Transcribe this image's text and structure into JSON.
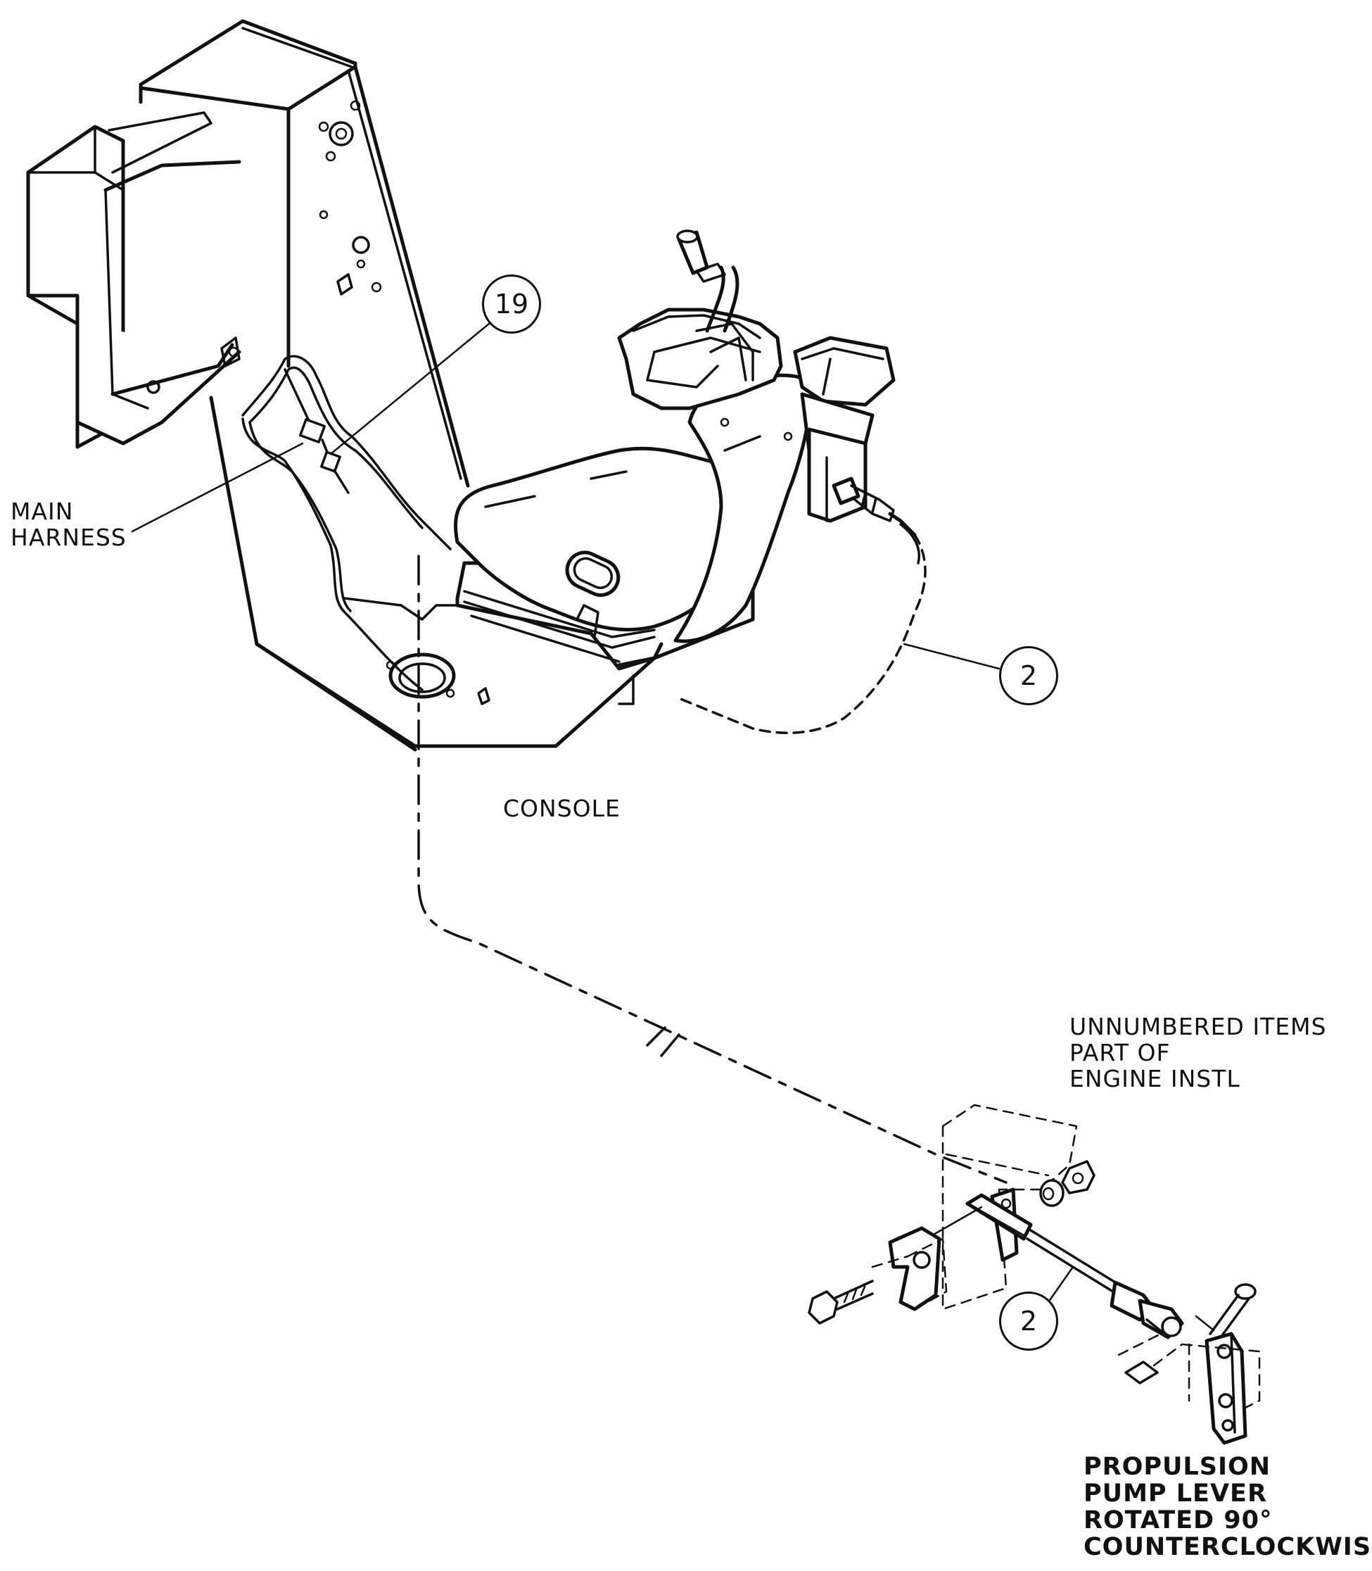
{
  "labels": {
    "main_harness": [
      "MAIN",
      "HARNESS"
    ],
    "console": "CONSOLE",
    "unnumbered": [
      "UNNUMBERED ITEMS",
      "PART OF",
      "ENGINE INSTL"
    ],
    "propulsion": [
      "PROPULSION",
      "PUMP LEVER",
      "ROTATED 90°",
      "COUNTERCLOCKWISE"
    ]
  },
  "callouts": {
    "item_19": "19",
    "item_2_upper": "2",
    "item_2_lower": "2"
  }
}
